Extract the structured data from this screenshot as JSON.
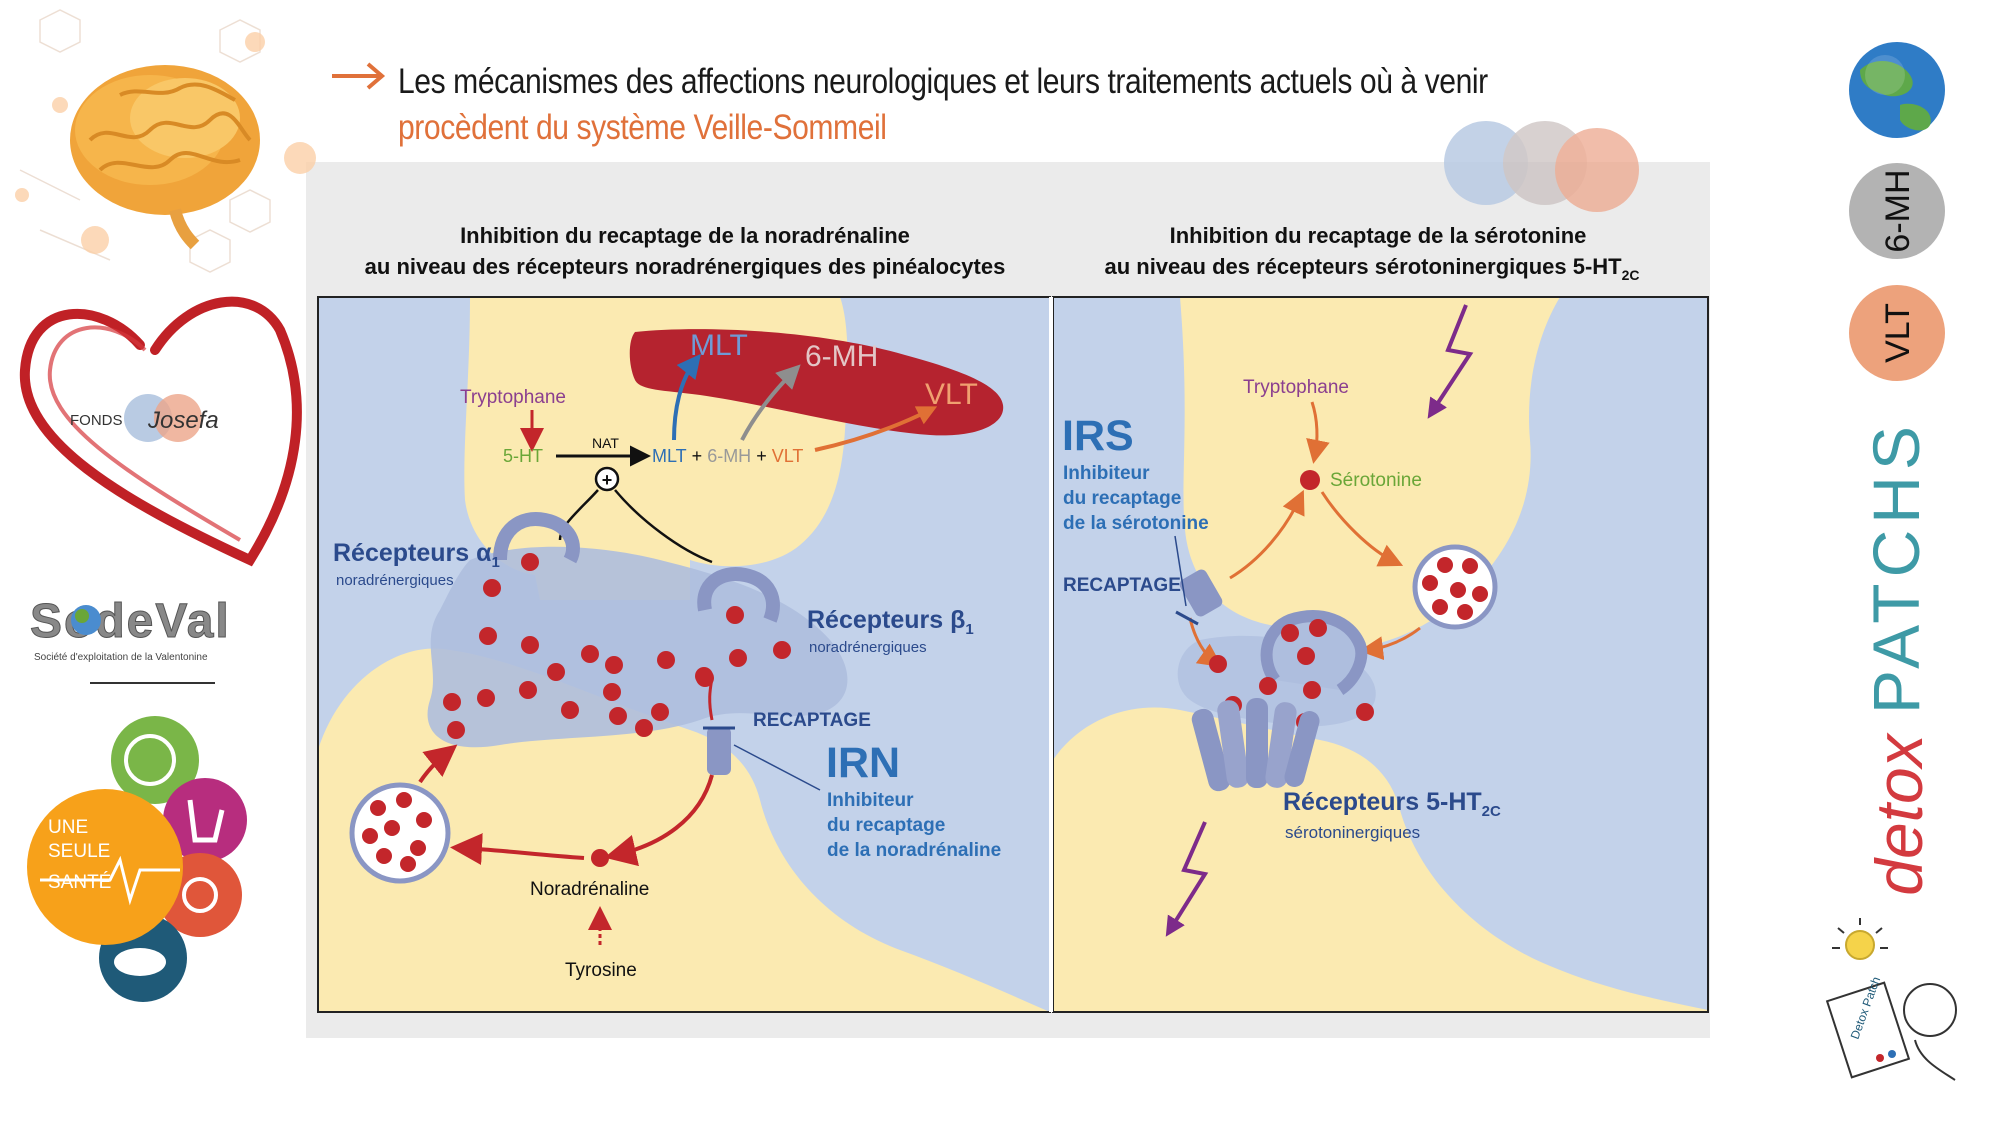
{
  "header": {
    "title_line1": "Les mécanismes des affections neurologiques et leurs traitements actuels où à venir",
    "title_line2": "procèdent du système Veille-Sommeil"
  },
  "left_panel": {
    "heading_line1": "Inhibition du recaptage de la noradrénaline",
    "heading_line2": "au niveau des récepteurs noradrénergiques des pinéalocytes",
    "vessel_labels": {
      "mlt": "MLT",
      "six_mh": "6-MH",
      "vlt": "VLT"
    },
    "tryptophane": "Tryptophane",
    "five_ht": "5-HT",
    "nat": "NAT",
    "plus_symbol": "+",
    "chain": {
      "mlt": "MLT",
      "plus1": "+",
      "six_mh": "6-MH",
      "plus2": "+",
      "vlt": "VLT"
    },
    "alpha_receptors": {
      "label": "Récepteurs α",
      "sub": "1",
      "type": "noradrénergiques"
    },
    "beta_receptors": {
      "label": "Récepteurs β",
      "sub": "1",
      "type": "noradrénergiques"
    },
    "recaptage": "RECAPTAGE",
    "irn": {
      "acronym": "IRN",
      "line1": "Inhibiteur",
      "line2": "du recaptage",
      "line3": "de la noradrénaline"
    },
    "noradrenaline": "Noradrénaline",
    "tyrosine": "Tyrosine"
  },
  "right_panel": {
    "heading_line1": "Inhibition du recaptage de la sérotonine",
    "heading_line2": "au niveau des récepteurs sérotoninergiques 5-HT",
    "heading_sub": "2C",
    "tryptophane": "Tryptophane",
    "serotonine": "Sérotonine",
    "irs": {
      "acronym": "IRS",
      "line1": "Inhibiteur",
      "line2": "du recaptage",
      "line3": "de la sérotonine"
    },
    "recaptage": "RECAPTAGE",
    "receptors": {
      "label": "Récepteurs 5-HT",
      "sub": "2C",
      "type": "sérotoninergiques"
    }
  },
  "left_sidebar": {
    "fonds_logo": {
      "word1": "FONDS",
      "word2": "Josefa"
    },
    "sodeval_logo": {
      "name": "SodeVal",
      "tagline": "Société d'exploitation de la Valentonine"
    },
    "une_seule_sante": {
      "line1": "UNE",
      "line2": "SEULE",
      "line3": "SANTÉ"
    }
  },
  "right_sidebar": {
    "badge_6mh": "6-MH",
    "badge_vlt": "VLT",
    "detox_word1": "detox",
    "detox_word2": "PATCHS",
    "patch_box_text": "Detox Patch"
  },
  "colors": {
    "title_orange": "#e0713a",
    "panel_blue": "#c3d2ea",
    "cell_yellow": "#fbeab1",
    "dot_red": "#c3262b",
    "vessel_red": "#b5232f",
    "label_navy": "#2b4a8c",
    "arrow_purple": "#7d2b8a",
    "text_green": "#6aa638",
    "text_purple": "#8b3f8f",
    "arrow_orange": "#e07035",
    "arrow_blue": "#2d6fb5",
    "arrow_grey": "#8e8e8e"
  }
}
